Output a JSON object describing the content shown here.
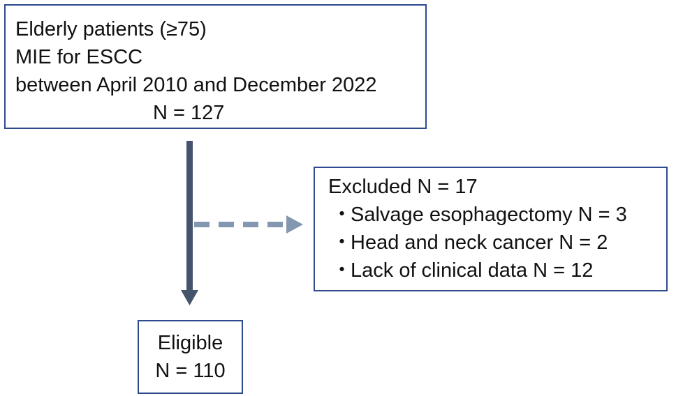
{
  "top_box": {
    "line1": "Elderly patients (≥75)",
    "line2": "MIE for ESCC",
    "line3": "between April 2010 and December 2022",
    "line4": "N = 127"
  },
  "excluded_box": {
    "header": "Excluded N = 17",
    "bullet": "・",
    "items": [
      "Salvage esophagectomy N = 3",
      "Head and neck cancer N = 2",
      "Lack of clinical data N = 12"
    ]
  },
  "eligible_box": {
    "line1": "Eligible",
    "line2": "N = 110"
  },
  "colors": {
    "box_border": "#2e4a8f",
    "main_arrow": "#44546a",
    "dashed_arrow": "#8497b0"
  }
}
